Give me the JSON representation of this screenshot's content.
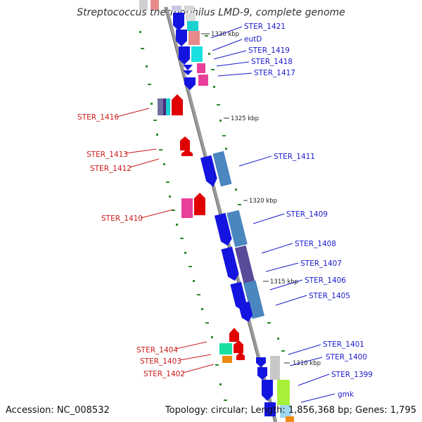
{
  "title": "Streptococcus thermophilus LMD-9, complete genome",
  "accession_label": "Accession: NC_008532",
  "topology_label": "Topology: circular; Length: 1,856,368 bp; Genes: 1,795",
  "colors": {
    "backbone": "#909090",
    "strand_marks": "#2e8b2e",
    "forward_label": "#1a1acc",
    "reverse_label": "#cc1a1a",
    "blue_gene": "#1414e0",
    "steel_gene": "#4a86c0",
    "red_gene": "#e00000",
    "pink_gene": "#e8409a",
    "cyan_gene": "#19d8d8",
    "salmon_gene": "#e88a8a"
  },
  "scale_ticks": [
    "1330 kbp",
    "1325 kbp",
    "1320 kbp",
    "1315 kbp",
    "1310 kbp"
  ],
  "forward_genes": [
    "STER_1421",
    "eutD",
    "STER_1419",
    "STER_1418",
    "STER_1417",
    "STER_1411",
    "STER_1409",
    "STER_1408",
    "STER_1407",
    "STER_1406",
    "STER_1405",
    "STER_1401",
    "STER_1400",
    "STER_1399",
    "gmk"
  ],
  "reverse_genes": [
    "STER_1416",
    "STER_1413",
    "STER_1412",
    "STER_1410",
    "STER_1404",
    "STER_1403",
    "STER_1402"
  ]
}
